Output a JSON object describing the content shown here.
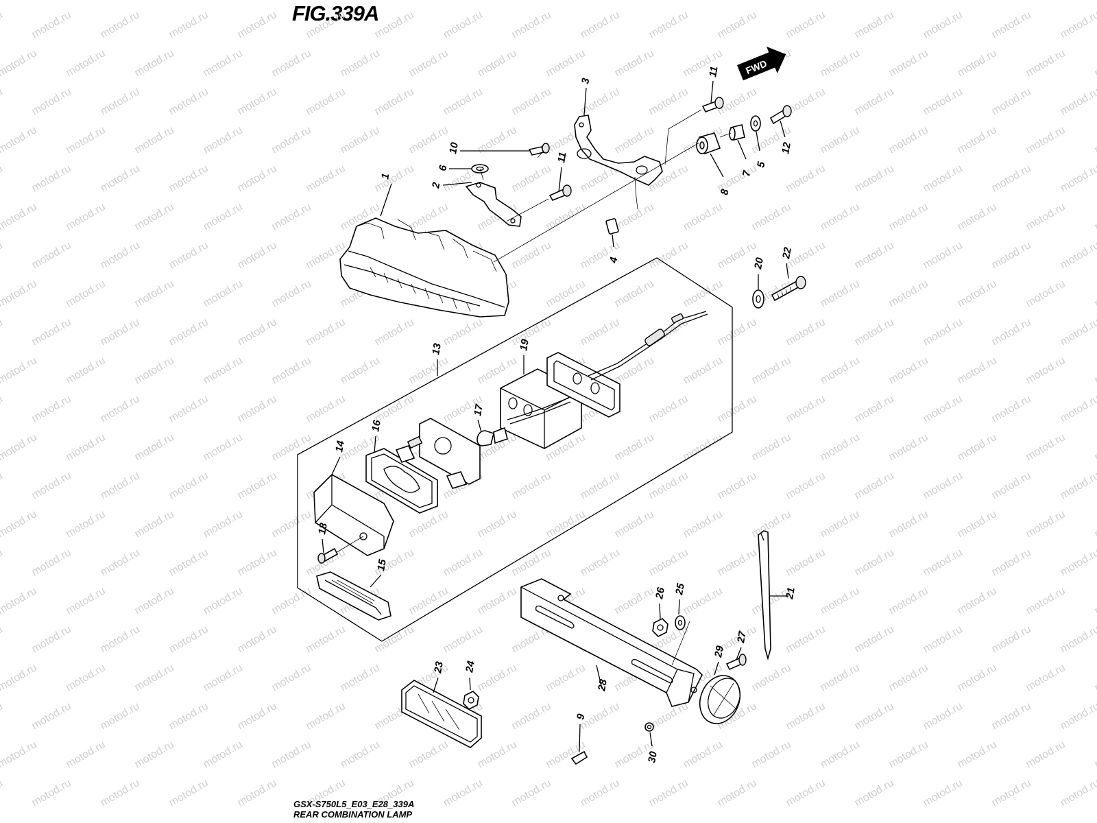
{
  "figure": {
    "title": "FIG.339A",
    "model_code": "GSX-S750L5_E03_E28_339A",
    "caption": "REAR COMBINATION LAMP"
  },
  "watermark": {
    "text": "motod.ru",
    "color": "#cfcfcf"
  },
  "direction_badge": {
    "label": "FWD"
  },
  "callouts": [
    "1",
    "2",
    "3",
    "4",
    "5",
    "6",
    "7",
    "8",
    "9",
    "10",
    "11",
    "11",
    "12",
    "13",
    "14",
    "15",
    "16",
    "17",
    "18",
    "19",
    "20",
    "21",
    "22",
    "23",
    "24",
    "25",
    "26",
    "27",
    "28",
    "29",
    "30"
  ],
  "colors": {
    "line": "#000000",
    "background": "#ffffff"
  }
}
